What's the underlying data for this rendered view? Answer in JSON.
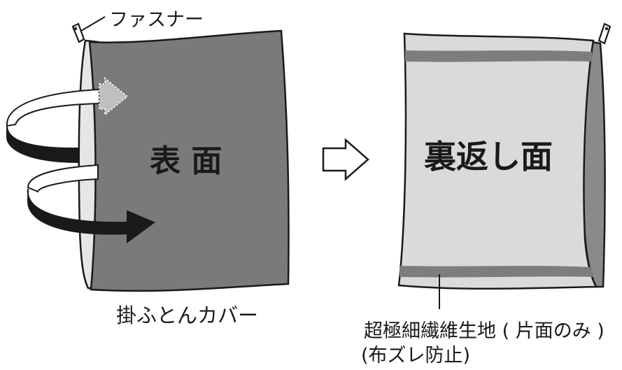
{
  "labels": {
    "zipper": "ファスナー",
    "front_face": "表 面",
    "back_face": "裏返し面",
    "product": "掛ふとんカバー",
    "material_line1": "超極細繊維生地 ( 片面のみ )",
    "material_line2": "(布ズレ防止)"
  },
  "colors": {
    "front_fill": "#7a7a7a",
    "back_fill": "#dadada",
    "inner_fold": "#e6e6e6",
    "side_fold": "#8a8a8a",
    "stripe": "#7d7d7d",
    "arrow_dark": "#1a1a1a",
    "outline": "#1a1a1a"
  },
  "icons": {
    "flip_arrows": "rotate-arrows-icon",
    "transition_arrow": "right-outline-arrow-icon",
    "zipper": "zipper-pull-icon"
  }
}
